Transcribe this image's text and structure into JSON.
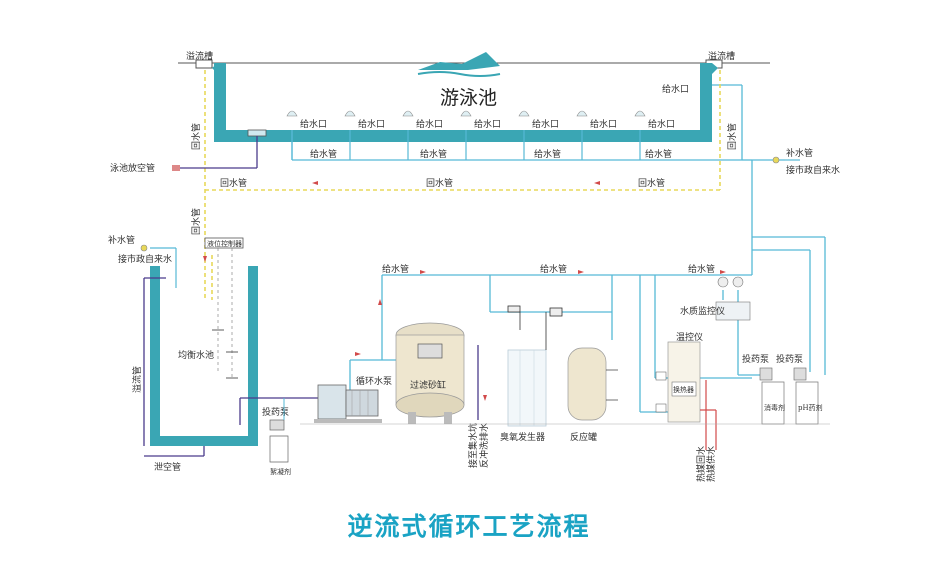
{
  "title": "逆流式循环工艺流程",
  "pool": {
    "name": "游泳池"
  },
  "labels": {
    "overflow_trough": "溢流槽",
    "inlet": "给水口",
    "supply_pipe": "给水管",
    "return_pipe": "回水管",
    "drain_pipe": "泳池放空管",
    "makeup_pipe": "补水管",
    "city_water": "接市政自来水",
    "level_control": "液位控制器",
    "balance_tank": "均衡水池",
    "overflow_pipe": "溢流管",
    "empty_pipe": "泄空管",
    "circulation_pump": "循环水泵",
    "sand_filter": "过滤砂缸",
    "dosing_pump": "投药泵",
    "coagulant": "絮凝剂",
    "backwash": "接至集水坑\n反冲洗排水",
    "ozone_generator": "臭氧发生器",
    "reaction_tank": "反应罐",
    "heat_exchanger": "换热器",
    "temp_controller": "温控仪",
    "water_monitor": "水质监控仪",
    "heat_return": "热媒回水",
    "heat_supply": "热媒供水",
    "disinfectant": "消毒剂",
    "ph_agent": "pH药剂"
  },
  "colors": {
    "pipe_blue": "#56b9d6",
    "pipe_yellow": "#e8d85a",
    "pipe_purple": "#4a3b8c",
    "pipe_red": "#d24a4a",
    "pool_wall": "#3aa6b4",
    "title": "#1aa3c4"
  }
}
